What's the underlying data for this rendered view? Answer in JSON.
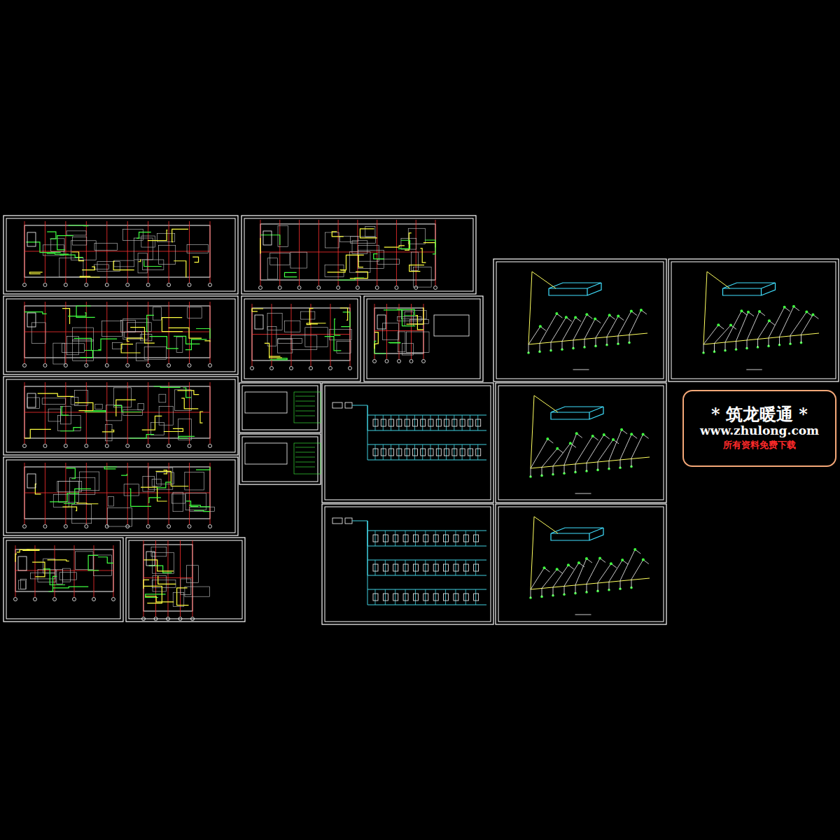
{
  "diagram": {
    "nodes": [
      {
        "text": [
          "* 筑龙暖通 *",
          "www.zhulong.com",
          "所有资料免费下载"
        ]
      }
    ]
  }
}
